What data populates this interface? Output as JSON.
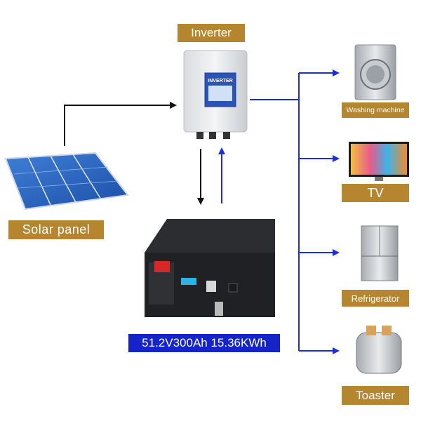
{
  "labels": {
    "inverter": "Inverter",
    "solar_panel": "Solar panel",
    "battery_spec": "51.2V300Ah 15.36KWh",
    "washing_machine": "Washing machine",
    "tv": "TV",
    "refrigerator": "Refrigerator",
    "toaster": "Toaster"
  },
  "inverter_screen_text": "INVERTER",
  "colors": {
    "label_gold": "#b5862f",
    "battery_label_blue": "#1424c8",
    "ac_flow_blue": "#1a2fd6",
    "dc_flow_black": "#111111"
  }
}
